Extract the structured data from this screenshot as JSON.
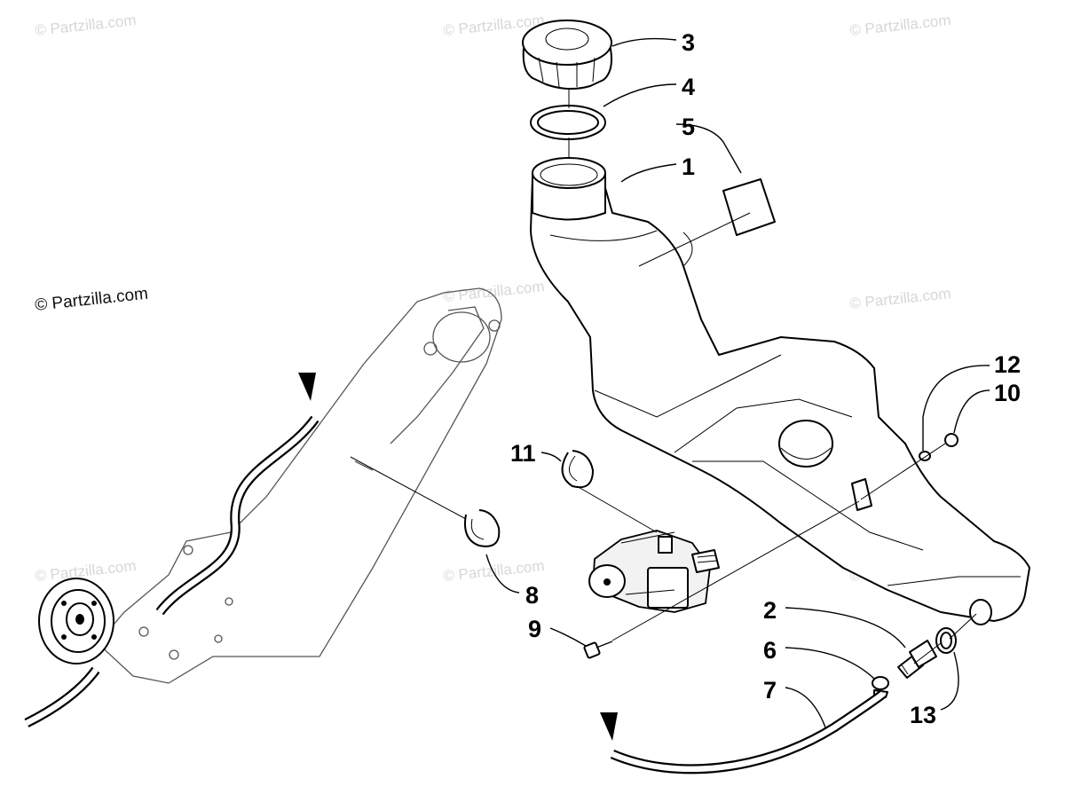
{
  "watermarks": {
    "faint": "© Partzilla.com",
    "primary": "© Partzilla.com"
  },
  "callouts": {
    "c1": "1",
    "c2": "2",
    "c3": "3",
    "c4": "4",
    "c5": "5",
    "c6": "6",
    "c7": "7",
    "c8": "8",
    "c9": "9",
    "c10": "10",
    "c11": "11",
    "c12": "12",
    "c13": "13"
  }
}
